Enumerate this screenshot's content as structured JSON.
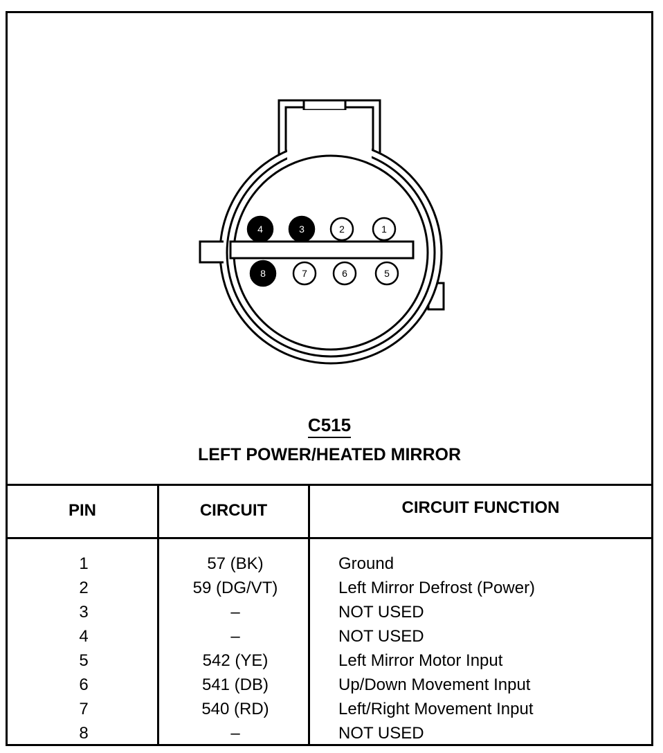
{
  "connector": {
    "id": "C515",
    "component": "LEFT POWER/HEATED MIRROR",
    "pins": [
      {
        "number": "4",
        "filled": true
      },
      {
        "number": "3",
        "filled": true
      },
      {
        "number": "2",
        "filled": false
      },
      {
        "number": "1",
        "filled": false
      },
      {
        "number": "8",
        "filled": true
      },
      {
        "number": "7",
        "filled": false
      },
      {
        "number": "6",
        "filled": false
      },
      {
        "number": "5",
        "filled": false
      }
    ]
  },
  "table": {
    "headers": {
      "pin": "PIN",
      "circuit": "CIRCUIT",
      "function": "CIRCUIT FUNCTION"
    },
    "rows": [
      {
        "pin": "1",
        "circuit": "57 (BK)",
        "function": "Ground"
      },
      {
        "pin": "2",
        "circuit": "59 (DG/VT)",
        "function": "Left Mirror Defrost (Power)"
      },
      {
        "pin": "3",
        "circuit": "–",
        "function": "NOT USED"
      },
      {
        "pin": "4",
        "circuit": "–",
        "function": "NOT USED"
      },
      {
        "pin": "5",
        "circuit": "542 (YE)",
        "function": "Left Mirror Motor Input"
      },
      {
        "pin": "6",
        "circuit": "541 (DB)",
        "function": "Up/Down Movement Input"
      },
      {
        "pin": "7",
        "circuit": "540 (RD)",
        "function": "Left/Right Movement Input"
      },
      {
        "pin": "8",
        "circuit": "–",
        "function": "NOT USED"
      }
    ]
  }
}
